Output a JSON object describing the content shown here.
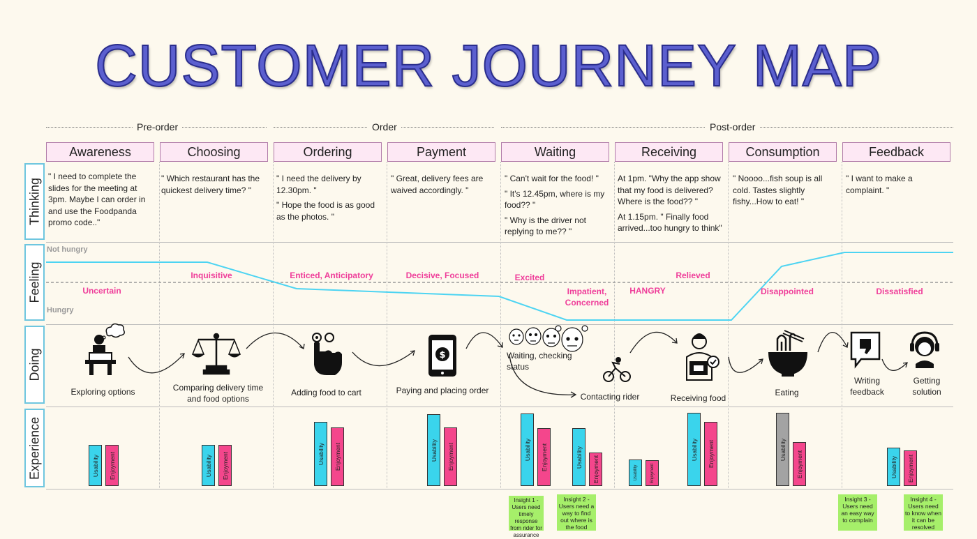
{
  "title": "CUSTOMER JOURNEY MAP",
  "phases": [
    "Pre-order",
    "Order",
    "Post-order"
  ],
  "stages": [
    "Awareness",
    "Choosing",
    "Ordering",
    "Payment",
    "Waiting",
    "Receiving",
    "Consumption",
    "Feedback"
  ],
  "rows": [
    "Thinking",
    "Feeling",
    "Doing",
    "Experience"
  ],
  "thinking": [
    [
      " \" I need to complete the slides for the meeting at 3pm. Maybe I can order in and use the Foodpanda promo code..\""
    ],
    [
      " \" Which restaurant has the quickest delivery time? \""
    ],
    [
      " \" I need the delivery by 12.30pm. \"",
      " \" Hope the food is as good as the photos. \""
    ],
    [
      " \" Great, delivery fees are waived accordingly. \""
    ],
    [
      " \" Can't wait for the food! \"",
      " \" It's 12.45pm, where is my food?? \"",
      " \" Why is the driver not replying to me?? \""
    ],
    [
      "At 1pm. \"Why the app show that my food is delivered? Where is the food?? \"",
      "At 1.15pm. \" Finally food arrived...too hungry to think\""
    ],
    [
      " \" Noooo...fish soup is all cold. Tastes slightly fishy...How to eat! \""
    ],
    [
      " \" I want to make a complaint. \""
    ]
  ],
  "feeling": {
    "top_label": "Not hungry",
    "bottom_label": "Hungry",
    "emotions": [
      "Uncertain",
      "Inquisitive",
      "Enticed, Anticipatory",
      "Decisive, Focused",
      "Excited",
      "Impatient, Concerned",
      "HANGRY",
      "Relieved",
      "Disappointed",
      "Dissatisfied"
    ]
  },
  "doing": [
    "Exploring options",
    "Comparing delivery time and food options",
    "Adding food to cart",
    "Paying and placing order",
    "Waiting, checking status",
    "Contacting rider",
    "Receiving food",
    "Eating",
    "Writing feedback",
    "Getting solution"
  ],
  "experience": {
    "usability_label": "Usability",
    "enjoyment_label": "Enjoyment",
    "usability_color": "#3ad4ec",
    "enjoyment_color": "#f4468c",
    "neutral_color": "#a3a3a3",
    "groups": [
      {
        "usability": 0.55,
        "enjoyment": 0.55
      },
      {
        "usability": 0.55,
        "enjoyment": 0.55
      },
      {
        "usability": 0.85,
        "enjoyment": 0.78
      },
      {
        "usability": 0.95,
        "enjoyment": 0.78
      },
      {
        "usability": 0.96,
        "enjoyment": 0.77
      },
      {
        "usability": 0.77,
        "enjoyment": 0.44
      },
      {
        "usability": 0.35,
        "enjoyment": 0.34
      },
      {
        "usability": 0.97,
        "enjoyment": 0.85
      },
      {
        "usability": 0.97,
        "enjoyment": 0.58,
        "neutral": true
      },
      {
        "usability": 0.51,
        "enjoyment": 0.47
      }
    ]
  },
  "insights": [
    "Insight 1 - Users need timely response from rider for assurance",
    "Insight 2 - Users need a way to find out where is the food",
    "Insight 3 - Users need an easy way to complain",
    "Insight 4 - Users need to know when it can be resolved"
  ]
}
